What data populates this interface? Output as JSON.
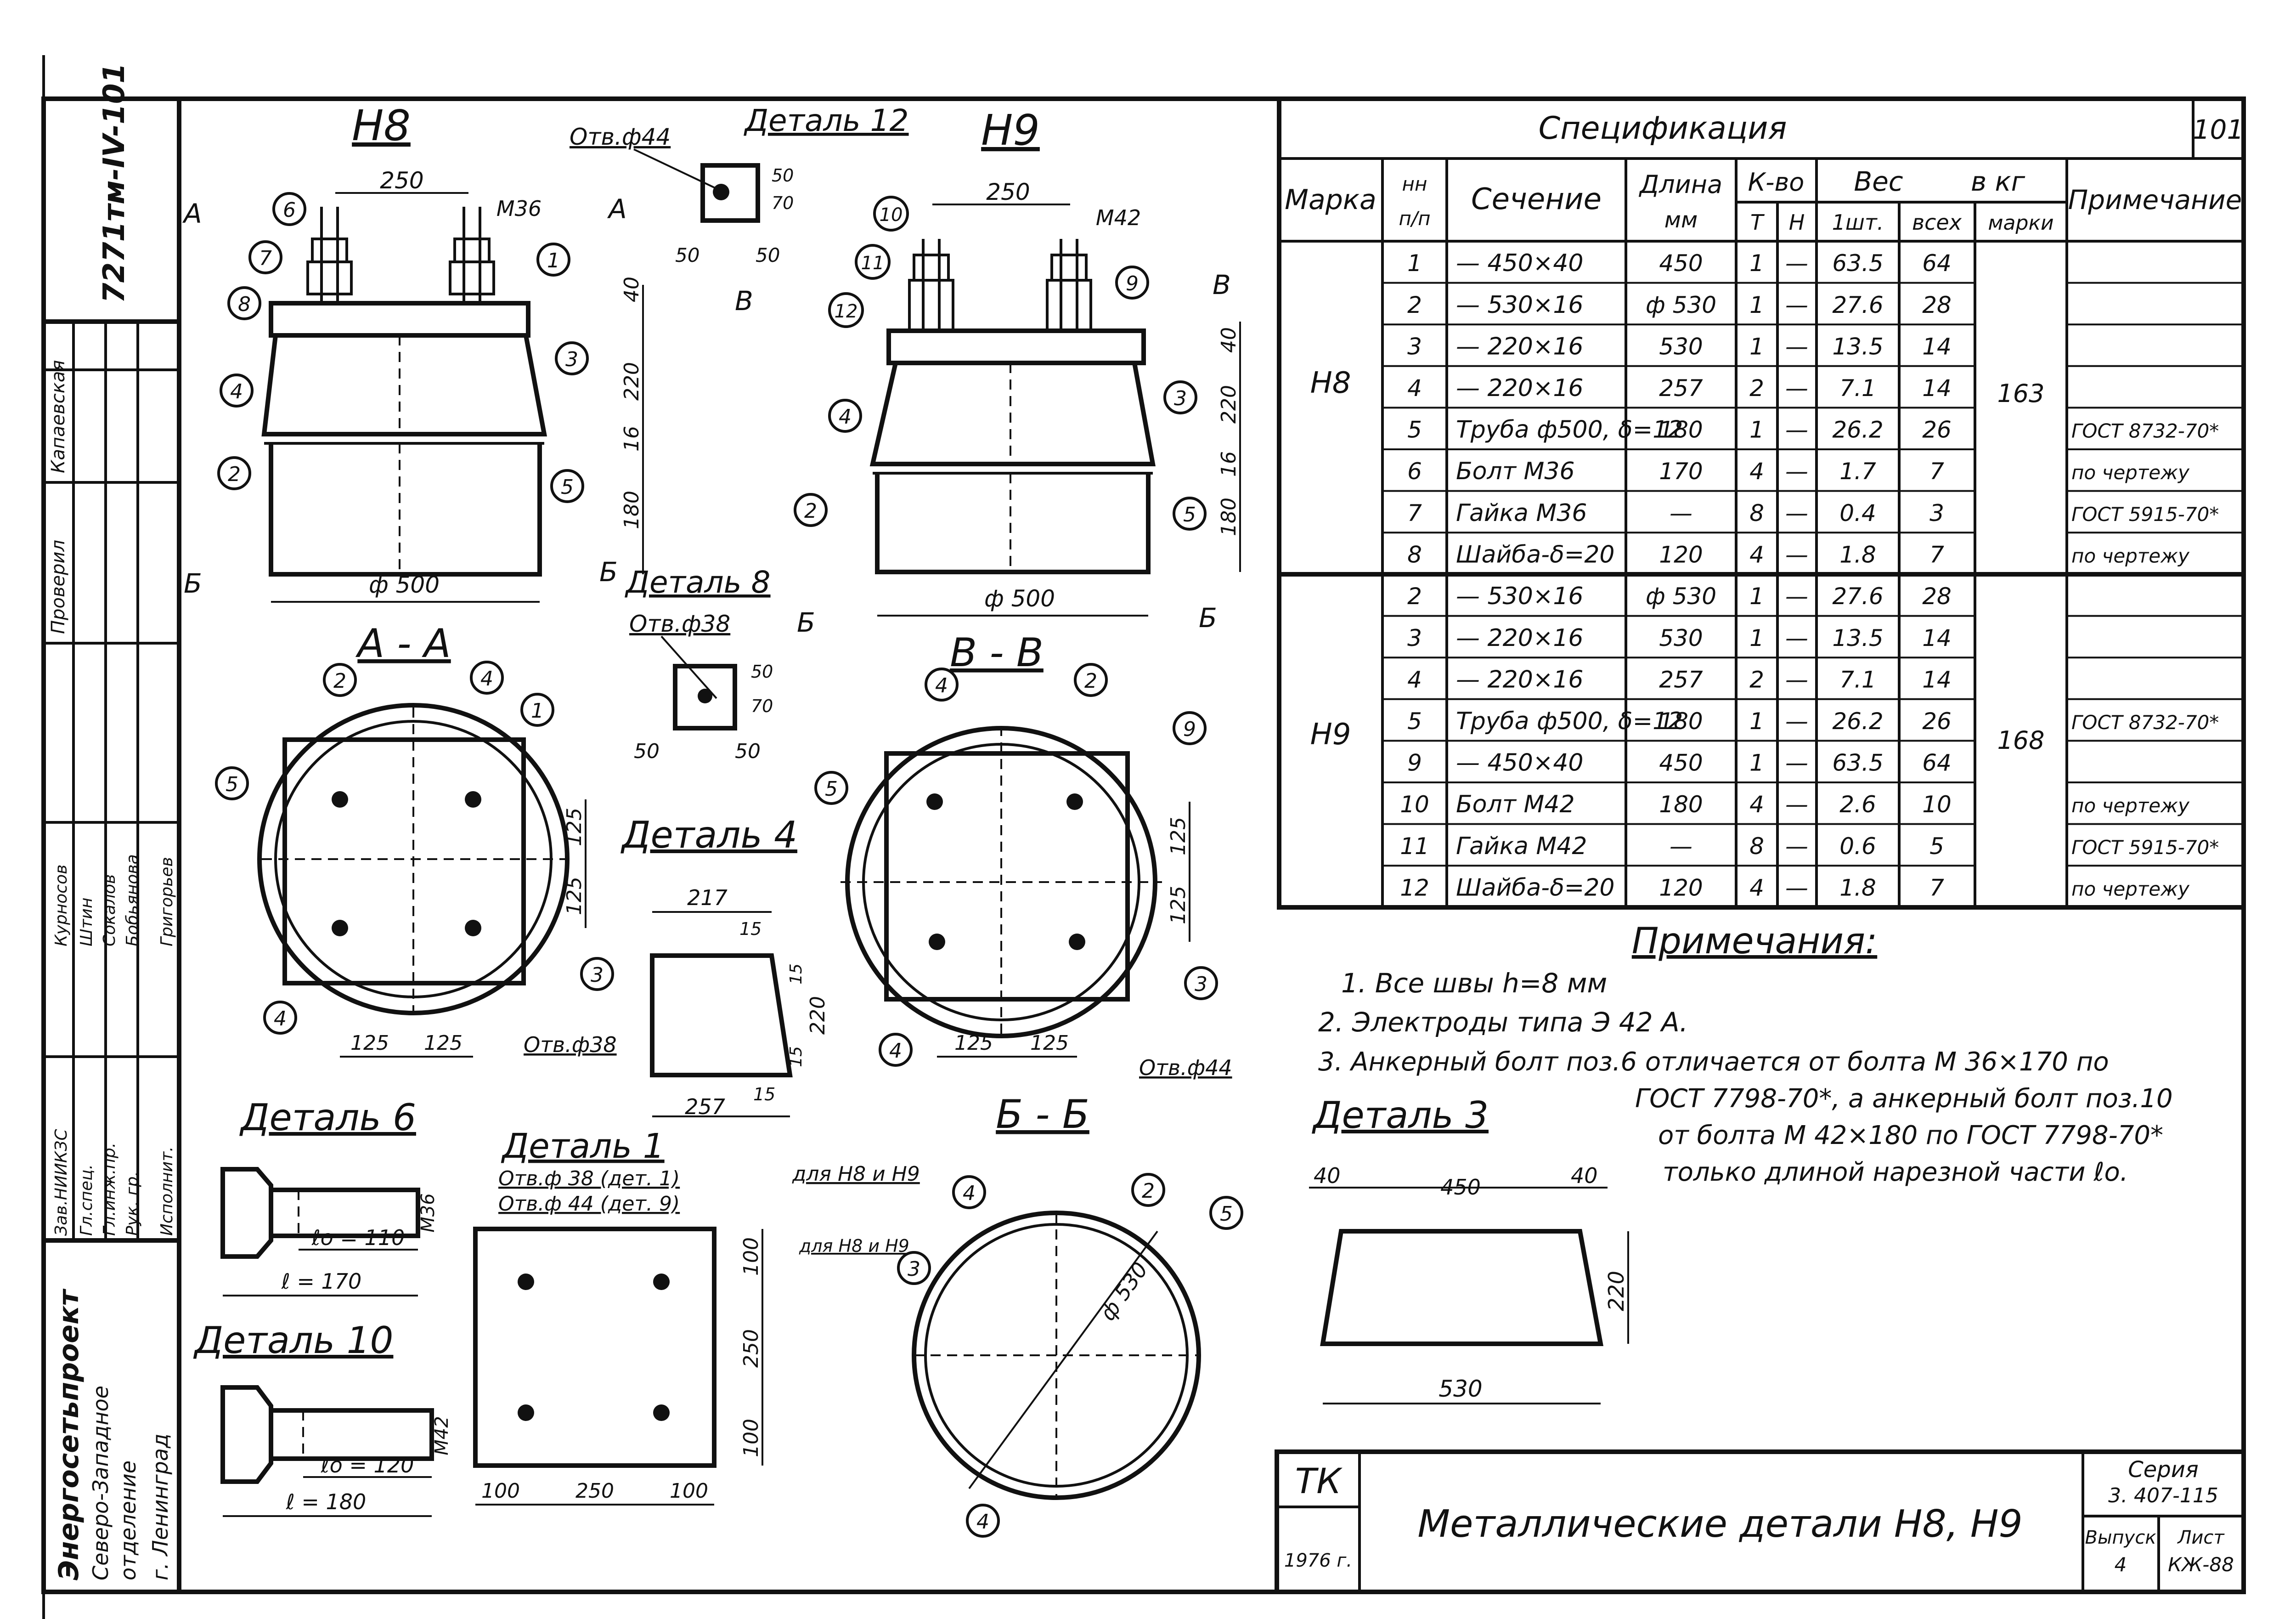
{
  "stamp": {
    "code": "7271тм-IV-101",
    "roles": [
      "Зав.НИИКЗС",
      "Гл.спец.",
      "Гл.инж.пр.",
      "Рук. гр.",
      "Исполнит."
    ],
    "names": [
      "Курносов",
      "Штин",
      "Сокалов",
      "Бобьянова",
      "Григорьев"
    ],
    "checks": [
      "Проверил",
      "Капаевская"
    ],
    "org": [
      "Энергосетьпроект",
      "Северо-Западное",
      "отделение",
      "г. Ленинград"
    ]
  },
  "spec": {
    "title": "Спецификация",
    "sheet": "101",
    "headers": {
      "marka": "Марка",
      "nn": [
        "нн",
        "п/п"
      ],
      "sechenie": "Сечение",
      "dlina": [
        "Длина",
        "мм"
      ],
      "kvo": "К-во",
      "t": "Т",
      "n": "Н",
      "ves": "Вес",
      "vkg": "в кг",
      "sht": "1шт.",
      "vseh": "всех",
      "marki": "марки",
      "prim": "Примечание"
    },
    "groups": [
      {
        "mark": "Н8",
        "total": "163",
        "rows": [
          [
            "1",
            "— 450×40",
            "450",
            "1",
            "—",
            "63.5",
            "64",
            ""
          ],
          [
            "2",
            "— 530×16",
            "ф 530",
            "1",
            "—",
            "27.6",
            "28",
            ""
          ],
          [
            "3",
            "— 220×16",
            "530",
            "1",
            "—",
            "13.5",
            "14",
            ""
          ],
          [
            "4",
            "— 220×16",
            "257",
            "2",
            "—",
            "7.1",
            "14",
            ""
          ],
          [
            "5",
            "Труба ф500, δ=12",
            "180",
            "1",
            "—",
            "26.2",
            "26",
            "ГОСТ 8732-70*"
          ],
          [
            "6",
            "Болт М36",
            "170",
            "4",
            "—",
            "1.7",
            "7",
            "по чертежу"
          ],
          [
            "7",
            "Гайка М36",
            "—",
            "8",
            "—",
            "0.4",
            "3",
            "ГОСТ 5915-70*"
          ],
          [
            "8",
            "Шайба-δ=20",
            "120",
            "4",
            "—",
            "1.8",
            "7",
            "по чертежу"
          ]
        ]
      },
      {
        "mark": "Н9",
        "total": "168",
        "rows": [
          [
            "2",
            "— 530×16",
            "ф 530",
            "1",
            "—",
            "27.6",
            "28",
            ""
          ],
          [
            "3",
            "— 220×16",
            "530",
            "1",
            "—",
            "13.5",
            "14",
            ""
          ],
          [
            "4",
            "— 220×16",
            "257",
            "2",
            "—",
            "7.1",
            "14",
            ""
          ],
          [
            "5",
            "Труба ф500, δ=12",
            "180",
            "1",
            "—",
            "26.2",
            "26",
            "ГОСТ 8732-70*"
          ],
          [
            "9",
            "— 450×40",
            "450",
            "1",
            "—",
            "63.5",
            "64",
            ""
          ],
          [
            "10",
            "Болт М42",
            "180",
            "4",
            "—",
            "2.6",
            "10",
            "по чертежу"
          ],
          [
            "11",
            "Гайка М42",
            "—",
            "8",
            "—",
            "0.6",
            "5",
            "ГОСТ 5915-70*"
          ],
          [
            "12",
            "Шайба-δ=20",
            "120",
            "4",
            "—",
            "1.8",
            "7",
            "по чертежу"
          ]
        ]
      }
    ]
  },
  "notes": {
    "title": "Примечания:",
    "items": [
      "1. Все швы h=8 мм",
      "2. Электроды типа Э 42 А.",
      "3. Анкерный болт поз.6 отличается от болта М 36×170 по",
      "ГОСТ 7798-70*, а анкерный болт поз.10",
      "от болта М 42×180 по ГОСТ 7798-70*",
      "только длиной нарезной части ℓо."
    ]
  },
  "views": {
    "h8": "Н8",
    "h9": "Н9",
    "aa": "А - А",
    "vv": "В - В",
    "bb": "Б - Б",
    "cutA": "А",
    "cutB": "Б",
    "cutV": "В",
    "d1": "Деталь 1",
    "d3": "Деталь 3",
    "d4": "Деталь 4",
    "d6": "Деталь 6",
    "d8": "Деталь 8",
    "d10": "Деталь 10",
    "d12": "Деталь 12"
  },
  "dims": {
    "d250": "250",
    "d40": "40",
    "d220": "220",
    "d16": "16",
    "d180": "180",
    "d125": "125",
    "d50": "50",
    "d70": "70",
    "d100": "100",
    "d450": "450",
    "d530": "530",
    "d217": "217",
    "d257": "257",
    "d15": "15",
    "phi500": "ф 500",
    "phi530": "ф 530",
    "m36": "М36",
    "m42": "М42",
    "hole44": "Отв.ф44",
    "hole38": "Отв.ф38",
    "l110": "ℓо = 110",
    "l170": "ℓ = 170",
    "l120": "ℓо = 120",
    "l180": "ℓ = 180",
    "det1h38": "Отв.ф 38 (дет. 1)",
    "det1h44": "Отв.ф 44 (дет. 9)",
    "forBoth": "для Н8 и Н9"
  },
  "pos": {
    "p1": "1",
    "p2": "2",
    "p3": "3",
    "p4": "4",
    "p5": "5",
    "p6": "6",
    "p7": "7",
    "p8": "8",
    "p9": "9",
    "p10": "10",
    "p11": "11",
    "p12": "12"
  },
  "title_block": {
    "tk": "ТК",
    "year": "1976 г.",
    "title": "Металлические детали Н8, Н9",
    "series_label": "Серия",
    "series": "3. 407-115",
    "issue_label": "Выпуск",
    "issue": "4",
    "sheet_label": "Лист",
    "sheet": "КЖ-88"
  }
}
